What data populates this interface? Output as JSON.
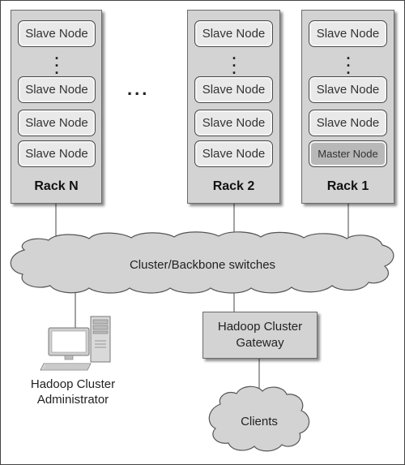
{
  "racks": [
    {
      "label": "Rack N",
      "nodes": [
        "Slave Node",
        "Slave Node",
        "Slave Node",
        "Slave Node"
      ],
      "ellipsis": "."
    },
    {
      "label": "Rack 2",
      "nodes": [
        "Slave Node",
        "Slave Node",
        "Slave Node",
        "Slave Node"
      ],
      "ellipsis": "."
    },
    {
      "label": "Rack 1",
      "nodes": [
        "Slave Node",
        "Slave Node",
        "Slave Node",
        "Master Node"
      ],
      "ellipsis": "."
    }
  ],
  "between_racks_ellipsis": "...",
  "backbone": {
    "label": "Cluster/Backbone switches"
  },
  "gateway": {
    "line1": "Hadoop Cluster",
    "line2": "Gateway"
  },
  "clients": {
    "label": "Clients"
  },
  "admin": {
    "line1": "Hadoop Cluster",
    "line2": "Administrator",
    "icon": "desktop-computer-icon"
  },
  "colors": {
    "rack_fill": "#d3d3d3",
    "node_fill": "#e9e9e9",
    "master_fill": "#b8b8b8",
    "cloud_fill": "#d3d3d3",
    "outline": "#4a4a4a"
  }
}
